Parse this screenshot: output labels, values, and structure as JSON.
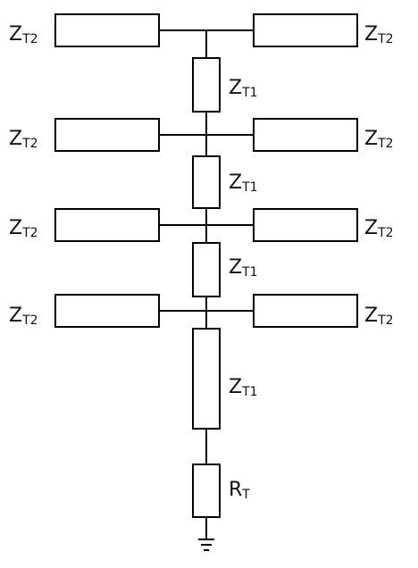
{
  "labels": {
    "branch": {
      "main": "Z",
      "sub": "T2"
    },
    "series": {
      "main": "Z",
      "sub": "T1"
    },
    "termination": {
      "main": "R",
      "sub": "T"
    }
  }
}
